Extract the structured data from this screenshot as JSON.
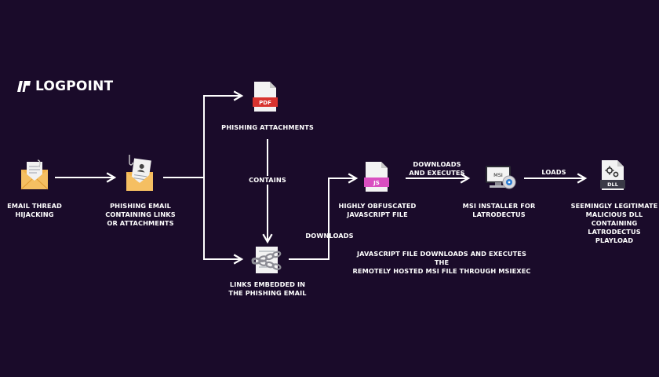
{
  "brand": {
    "name": "LOGPOINT"
  },
  "nodes": {
    "email_thread": {
      "label": "EMAIL THREAD\nHIJACKING",
      "icon": "envelope-icon"
    },
    "phishing_email": {
      "label": "PHISHING EMAIL\nCONTAINING LINKS\nOR ATTACHMENTS",
      "icon": "phishing-envelope-icon"
    },
    "phishing_attachments": {
      "label": "PHISHING ATTACHMENTS",
      "icon": "pdf-file-icon",
      "icon_text": "PDF"
    },
    "links_embedded": {
      "label": "LINKS EMBEDDED IN\nTHE PHISHING EMAIL",
      "icon": "chained-document-icon"
    },
    "js_file": {
      "label": "HIGHLY OBFUSCATED\nJAVASCRIPT FILE",
      "icon": "js-file-icon",
      "icon_text": "JS"
    },
    "msi_installer": {
      "label": "MSI INSTALLER FOR\nLATRODECTUS",
      "icon": "msi-installer-icon",
      "icon_text": "MSI"
    },
    "dll": {
      "label": "SEEMINGLY LEGITIMATE\nMALICIOUS DLL\nCONTAINING\nLATRODECTUS PLAYLOAD",
      "icon": "dll-file-icon",
      "icon_text": "DLL"
    }
  },
  "edges": {
    "contains": "CONTAINS",
    "downloads": "DOWNLOADS",
    "downloads_executes": "DOWNLOADS\nAND EXECUTES",
    "loads": "LOADS"
  },
  "note": "JAVASCRIPT FILE DOWNLOADS AND EXECUTES THE\nREMOTELY HOSTED MSI FILE THROUGH MSIEXEC",
  "colors": {
    "background": "#1a0b2a",
    "envelope": "#f2b24a",
    "pdf_band": "#d8332e",
    "js_band": "#d94fc0",
    "dll_band": "#3a3a46",
    "msi_blue": "#2b7cd3",
    "text": "#ffffff"
  }
}
